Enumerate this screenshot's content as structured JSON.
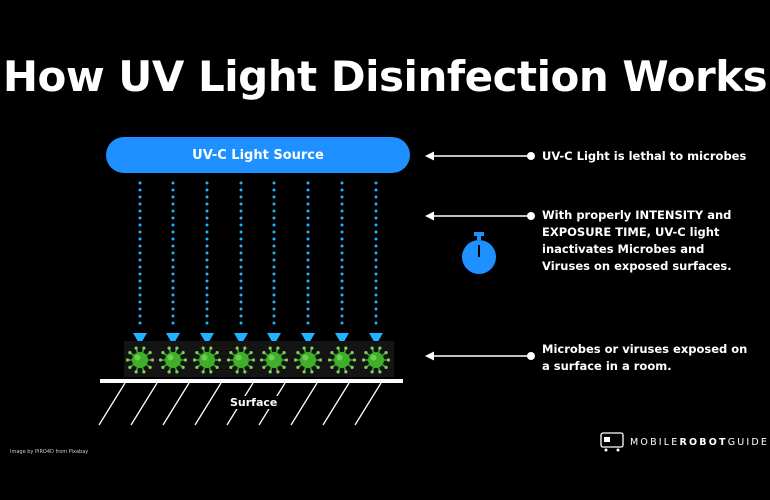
{
  "title": "How UV Light Disinfection Works",
  "source_label": "UV-C Light Source",
  "notes": [
    "UV-C Light is lethal to microbes",
    "With properly INTENSITY and EXPOSURE TIME, UV-C light inactivates Microbes and Viruses on exposed surfaces.",
    "Microbes or viruses exposed on a surface in a room."
  ],
  "surface_label": "Surface",
  "credit": "Image by PIRO4D from Pixabay",
  "brand": {
    "part1": "MOBILE",
    "part2": "ROBOT",
    "part3": "GUIDE"
  },
  "colors": {
    "accent": "#1e90ff",
    "ray": "#1fb4ff",
    "germ": "#3fae2a",
    "background": "#000000"
  },
  "icons": {
    "timer": "stopwatch-icon",
    "logo": "robot-logo-icon"
  }
}
